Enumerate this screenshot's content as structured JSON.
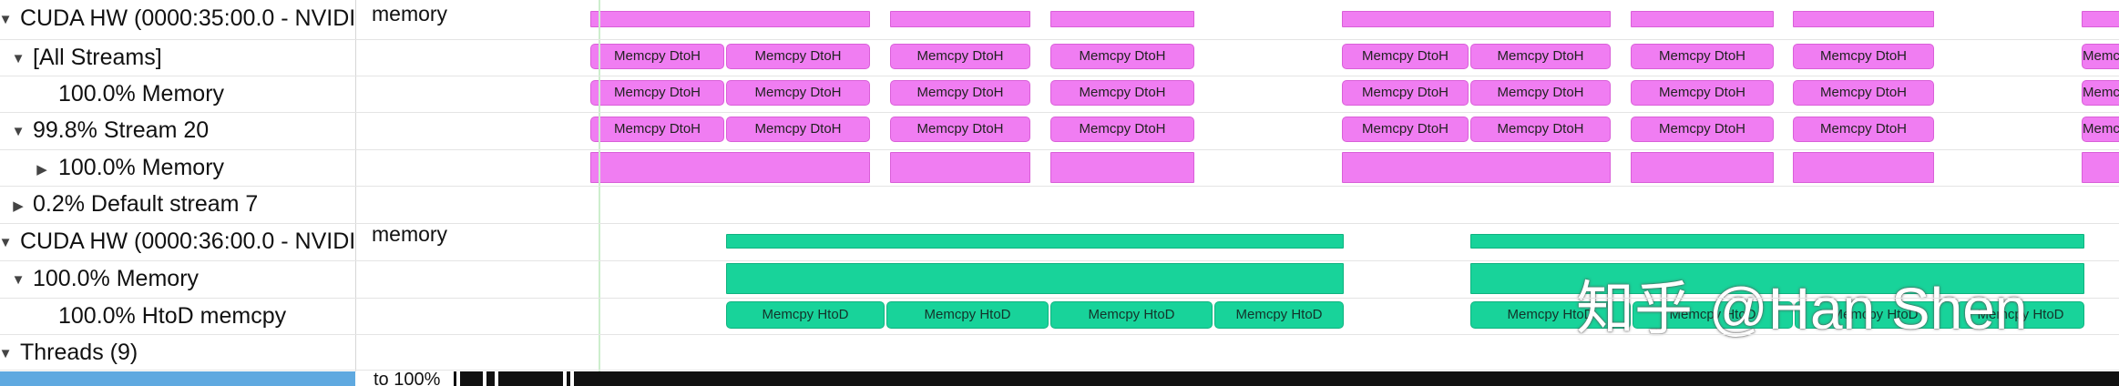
{
  "tree": [
    {
      "label": "CUDA HW (0000:35:00.0 - NVIDI",
      "expander": "down",
      "indent": 0
    },
    {
      "label": "[All Streams]",
      "expander": "down",
      "indent": 1
    },
    {
      "label": "100.0% Memory",
      "expander": "",
      "indent": 2
    },
    {
      "label": "99.8% Stream 20",
      "expander": "down",
      "indent": 1
    },
    {
      "label": "100.0% Memory",
      "expander": "right",
      "indent": 2
    },
    {
      "label": "0.2% Default stream 7",
      "expander": "right",
      "indent": 1
    },
    {
      "label": "CUDA HW (0000:36:00.0 - NVIDI",
      "expander": "down",
      "indent": 0
    },
    {
      "label": "100.0% Memory",
      "expander": "down",
      "indent": 1
    },
    {
      "label": "100.0% HtoD memcpy",
      "expander": "",
      "indent": 2
    },
    {
      "label": "Threads (9)",
      "expander": "down",
      "indent": 0
    }
  ],
  "middle_labels": {
    "gpu35": "memory",
    "gpu36": "memory"
  },
  "dtoh_label": "Memcpy DtoH",
  "htod_label": "Memcpy HtoD",
  "bottom": {
    "zoom_text": "to 100%"
  },
  "watermark": "知乎 @Han Shen",
  "colors": {
    "dtoh": "#f07df2",
    "htod": "#18d39a",
    "selection": "#5fa9e0"
  }
}
